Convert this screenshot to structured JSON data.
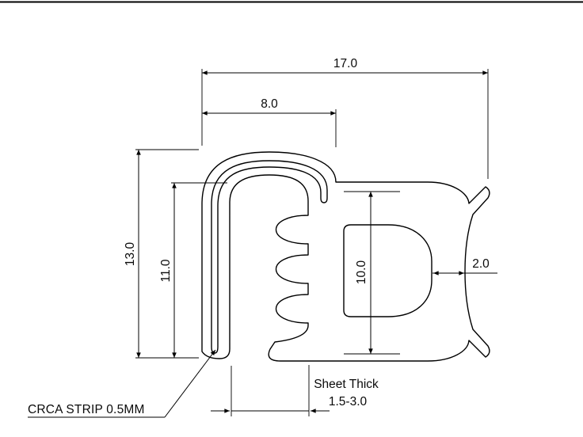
{
  "page": {
    "background": "#ffffff",
    "line_color": "#000000"
  },
  "dimensions": {
    "overall_width": "17.0",
    "grip_width": "8.0",
    "overall_height": "13.0",
    "grip_inner_height": "11.0",
    "bulb_height": "10.0",
    "bulb_wall_thickness": "2.0"
  },
  "annotations": {
    "sheet_thick_label": "Sheet Thick",
    "sheet_thick_range": "1.5-3.0",
    "strip_callout": "CRCA STRIP 0.5MM"
  }
}
